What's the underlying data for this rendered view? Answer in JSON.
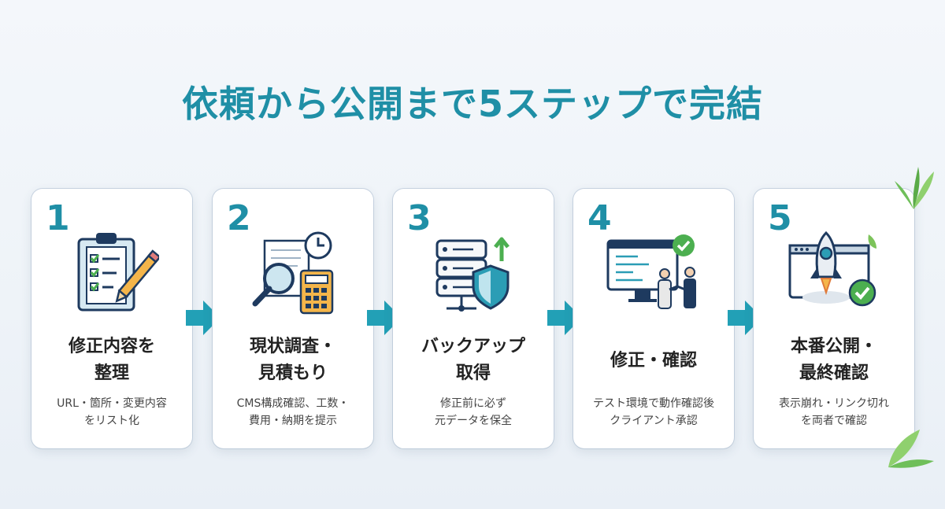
{
  "title": "依頼から公開まで5ステップで完結",
  "steps": [
    {
      "number": "1",
      "title_lines": [
        "修正内容を",
        "整理"
      ],
      "desc_lines": [
        "URL・箇所・変更内容",
        "をリスト化"
      ],
      "icon": "clipboard-checklist-icon"
    },
    {
      "number": "2",
      "title_lines": [
        "現状調査・",
        "見積もり"
      ],
      "desc_lines": [
        "CMS構成確認、工数・",
        "費用・納期を提示"
      ],
      "icon": "magnifier-calculator-icon"
    },
    {
      "number": "3",
      "title_lines": [
        "バックアップ",
        "取得"
      ],
      "desc_lines": [
        "修正前に必ず",
        "元データを保全"
      ],
      "icon": "database-shield-icon"
    },
    {
      "number": "4",
      "title_lines": [
        "修正・確認"
      ],
      "desc_lines": [
        "テスト環境で動作確認後",
        "クライアント承認"
      ],
      "icon": "monitor-handshake-icon"
    },
    {
      "number": "5",
      "title_lines": [
        "本番公開・",
        "最終確認"
      ],
      "desc_lines": [
        "表示崩れ・リンク切れ",
        "を両者で確認"
      ],
      "icon": "rocket-launch-icon"
    }
  ],
  "colors": {
    "accent": "#1f8fa6",
    "navy": "#1e3a5f",
    "green": "#4caf50"
  }
}
